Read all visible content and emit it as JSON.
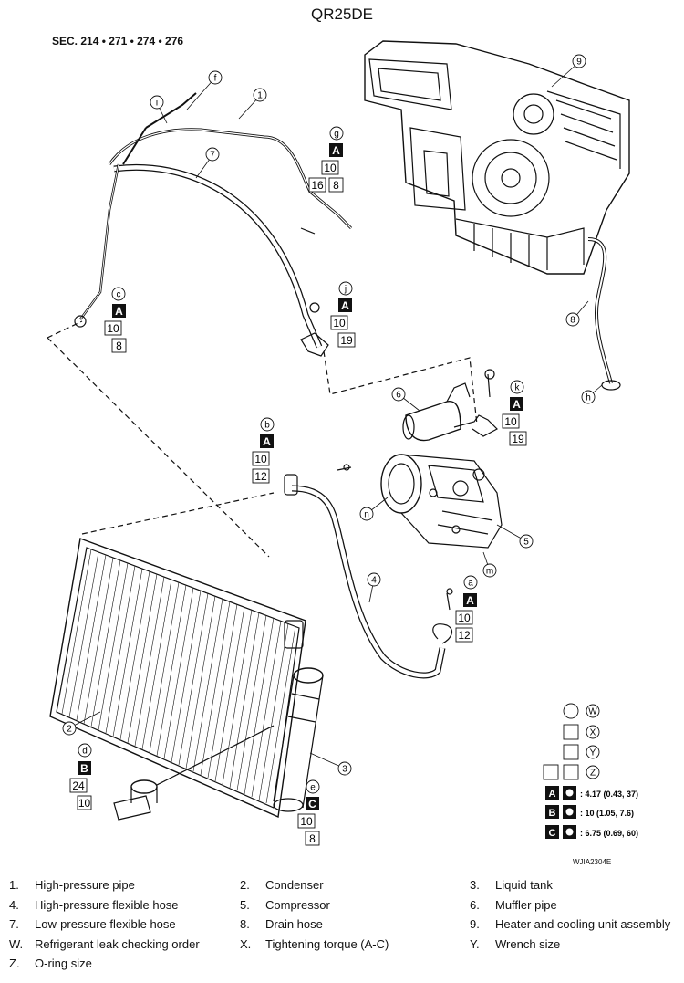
{
  "title": "QR25DE",
  "section": "SEC. 214 • 271 • 274 • 276",
  "figure_code": "WJIA2304E",
  "part_callouts": [
    "1",
    "2",
    "3",
    "4",
    "5",
    "6",
    "7",
    "8",
    "9"
  ],
  "connection_callouts": [
    "a",
    "b",
    "c",
    "d",
    "e",
    "f",
    "g",
    "h",
    "i",
    "j",
    "k",
    "m",
    "n"
  ],
  "connection_labels": {
    "a": {
      "torque": "A",
      "oring": "10",
      "wrench": "12"
    },
    "b": {
      "torque": "A",
      "oring": "10",
      "wrench": "12"
    },
    "c": {
      "torque": "A",
      "oring": "10",
      "wrench": "8"
    },
    "d": {
      "torque": "B",
      "oring": "24",
      "wrench": "10"
    },
    "e": {
      "torque": "C",
      "oring": "10",
      "wrench": "8"
    },
    "g": {
      "torque": "A",
      "oring": "10",
      "wrench": "16",
      "wrench2": "8"
    },
    "j": {
      "torque": "A",
      "oring": "10",
      "wrench": "19"
    },
    "k": {
      "torque": "A",
      "oring": "10",
      "wrench": "19"
    }
  },
  "key": {
    "W": "W",
    "X": "X",
    "Y": "Y",
    "Z": "Z",
    "A": "4.17 (0.43, 37)",
    "B": "10 (1.05, 7.6)",
    "C": "6.75 (0.69, 60)"
  },
  "legend": [
    {
      "num": "1.",
      "text": "High-pressure pipe"
    },
    {
      "num": "2.",
      "text": "Condenser"
    },
    {
      "num": "3.",
      "text": "Liquid tank"
    },
    {
      "num": "4.",
      "text": "High-pressure flexible hose"
    },
    {
      "num": "5.",
      "text": "Compressor"
    },
    {
      "num": "6.",
      "text": "Muffler pipe"
    },
    {
      "num": "7.",
      "text": "Low-pressure flexible hose"
    },
    {
      "num": "8.",
      "text": "Drain hose"
    },
    {
      "num": "9.",
      "text": "Heater and cooling unit assembly"
    },
    {
      "num": "W.",
      "text": "Refrigerant leak checking order"
    },
    {
      "num": "X.",
      "text": "Tightening torque (A-C)"
    },
    {
      "num": "Y.",
      "text": "Wrench size"
    },
    {
      "num": "Z.",
      "text": "O-ring size"
    }
  ]
}
